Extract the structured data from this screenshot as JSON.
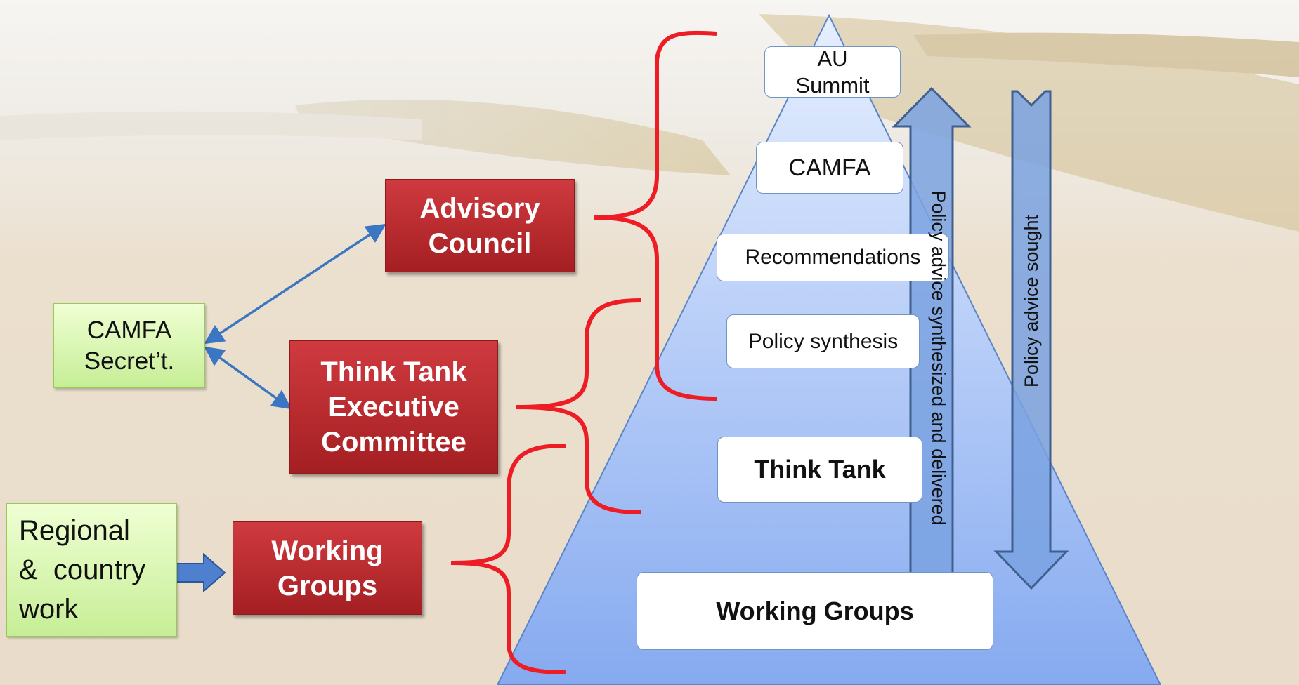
{
  "colors": {
    "red_box": "#b82a2e",
    "green_box": "#dcf8b4",
    "pyramid_top": "#e6efff",
    "pyramid_bottom": "#86aaf0",
    "brace": "#ee1c24",
    "connector": "#3b76c2",
    "arrow_fill": "#7aa2e0",
    "arrow_stroke": "#3f5f8f"
  },
  "left_nodes": {
    "camfa_secretariat": "CAMFA Secret’t.",
    "regional_work_lines": [
      "Regional",
      "&  country",
      "work"
    ]
  },
  "committee_nodes": {
    "advisory_council_lines": [
      "Advisory",
      "Council"
    ],
    "think_tank_exec_lines": [
      "Think Tank",
      "Executive",
      "Committee"
    ],
    "working_groups_lines": [
      "Working",
      "Groups"
    ]
  },
  "pyramid_levels": {
    "au_summit_lines": [
      "AU",
      "Summit"
    ],
    "camfa": "CAMFA",
    "recommendations": "Recommendations",
    "policy_synthesis": "Policy synthesis",
    "think_tank": "Think Tank",
    "working_groups": "Working Groups"
  },
  "flows": {
    "up_arrow_label": "Policy advice synthesized and delivered",
    "down_arrow_label": "Policy advice sought"
  },
  "icons": {
    "connector": "double-headed-arrow",
    "feed": "block-right-arrow",
    "up_flow": "block-up-arrow",
    "down_flow": "block-down-arrow",
    "grouping": "curly-brace"
  }
}
